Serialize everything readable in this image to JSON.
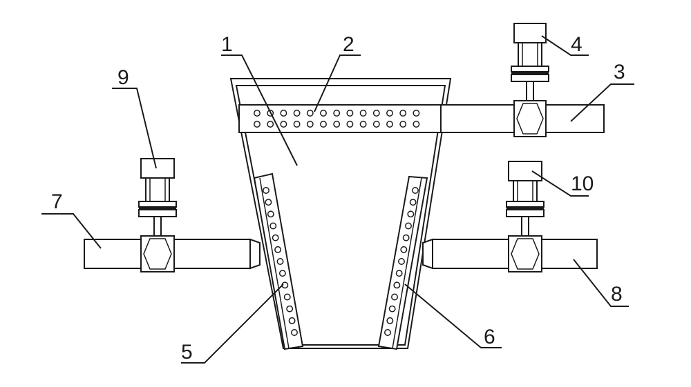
{
  "labels": {
    "l1": "1",
    "l2": "2",
    "l3": "3",
    "l4": "4",
    "l5": "5",
    "l6": "6",
    "l7": "7",
    "l8": "8",
    "l9": "9",
    "l10": "10"
  },
  "colors": {
    "line": "#1a1a1a",
    "background": "#ffffff"
  }
}
